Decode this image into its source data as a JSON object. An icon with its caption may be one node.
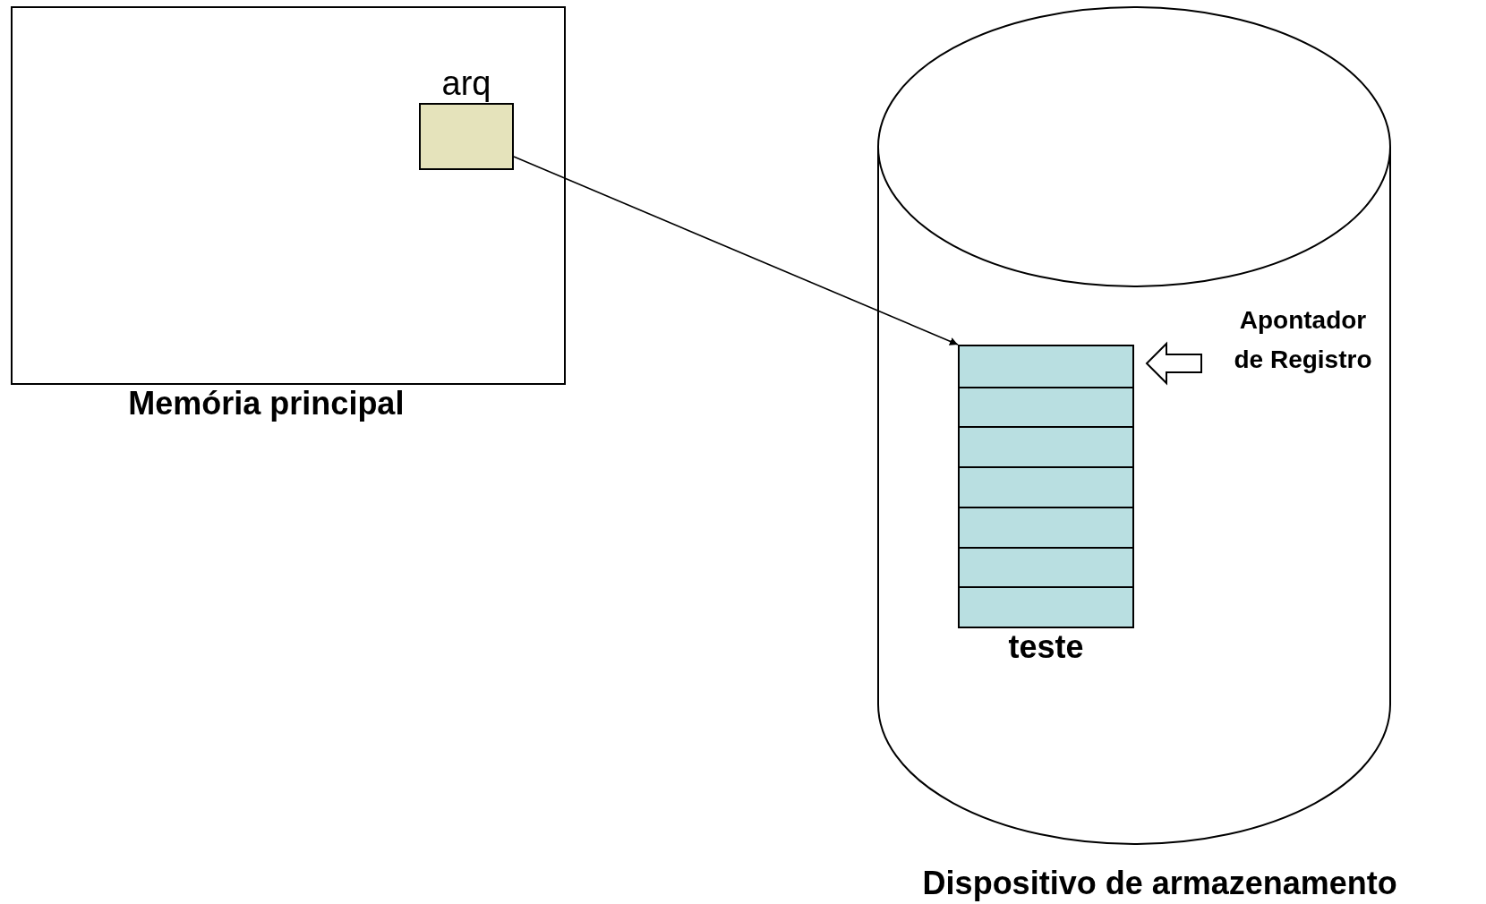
{
  "diagram": {
    "nodes": [
      {
        "text": [
          "Memória principal"
        ]
      },
      {
        "text": [
          "arq"
        ],
        "in": 0
      },
      {
        "text": [
          "Dispositivo de armazenamento"
        ]
      },
      {
        "text": [
          "teste"
        ],
        "in": 2
      },
      {
        "text": [
          "Apontador de Registro"
        ],
        "in": 2
      }
    ],
    "edges": [
      {
        "from": 1,
        "to": 3,
        "arrow": "to"
      },
      {
        "from": 4,
        "to": 3,
        "arrow": "to",
        "style": "thick"
      }
    ]
  }
}
